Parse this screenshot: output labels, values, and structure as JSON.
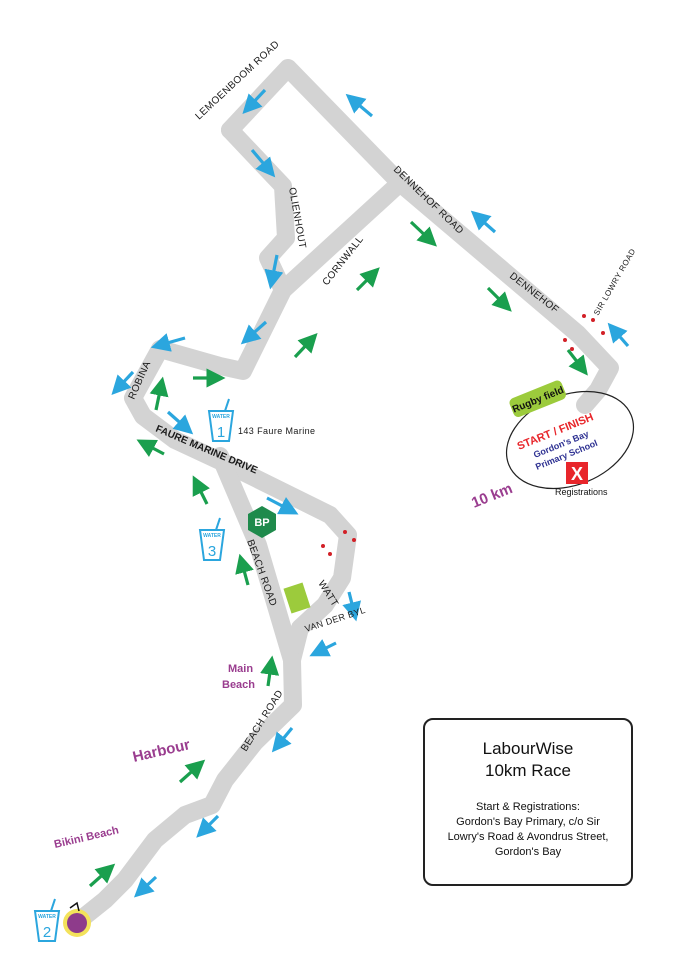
{
  "streets": {
    "lemoenboom": "LEMOENBOOM ROAD",
    "olienhout": "OLIENHOUT",
    "dennehof_road": "DENNEHOF ROAD",
    "dennehof": "DENNEHOF",
    "sir_lowry": "SIR LOWRY ROAD",
    "cornwall": "CORNWALL",
    "robina": "ROBINA",
    "faure_marine": "FAURE MARINE DRIVE",
    "beach_road_upper": "BEACH ROAD",
    "beach_road_lower": "BEACH ROAD",
    "watt": "WATT",
    "van_der_byl": "VAN DER BYL"
  },
  "places": {
    "harbour": "Harbour",
    "main_beach_1": "Main",
    "main_beach_2": "Beach",
    "bikini_beach": "Bikini Beach",
    "distance": "10 km",
    "faure_marine_143": "143 Faure Marine"
  },
  "markers": {
    "water_label": "WATER",
    "water_1": "1",
    "water_2": "2",
    "water_3": "3",
    "bp": "BP",
    "rugby_field": "Rugby field",
    "start_finish": "START / FINISH",
    "school_1": "Gordon's Bay",
    "school_2": "Primary School",
    "registrations_mark": "X",
    "registrations": "Registrations"
  },
  "info": {
    "title_1": "LabourWise",
    "title_2": "10km Race",
    "line_1": "Start & Registrations:",
    "line_2": "Gordon's Bay Primary, c/o Sir",
    "line_3": "Lowry's Road & Avondrus Street,",
    "line_4": "Gordon's Bay"
  },
  "colors": {
    "road": "#d3d3d3",
    "arrow_blue": "#2ba6de",
    "arrow_green": "#1a9f4e",
    "place_purple": "#9a3d8f",
    "bp_green": "#1f8a4c",
    "rugby_green": "#9ccb3c",
    "registration_red": "#e8262b",
    "dot_red": "#d22027"
  }
}
